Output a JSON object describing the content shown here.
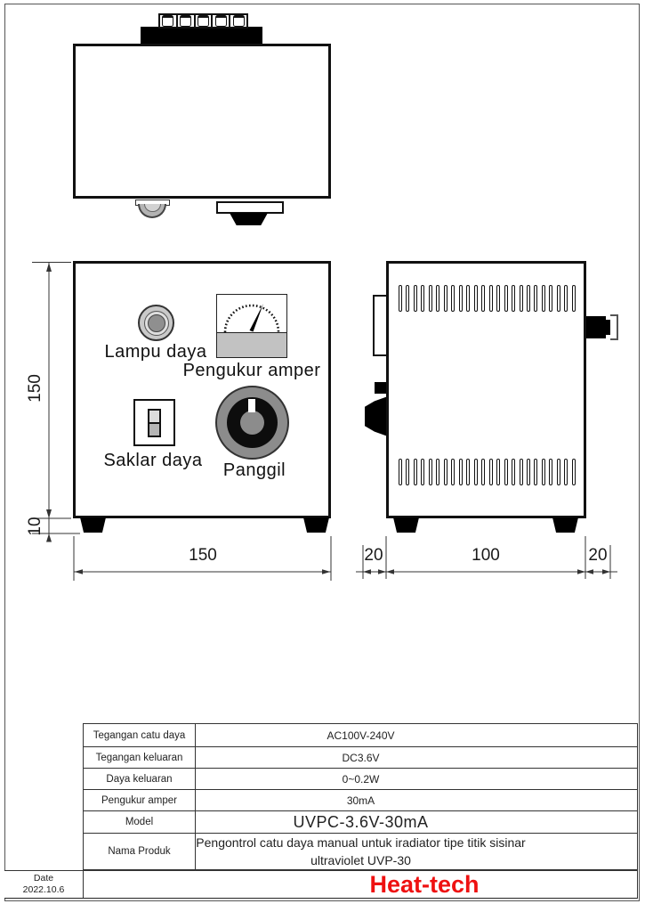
{
  "top_view": {
    "terminal_count": 5
  },
  "front_view": {
    "power_lamp_label": "Lampu daya",
    "ammeter_label": "Pengukur amper",
    "power_switch_label": "Saklar daya",
    "dial_label": "Panggil"
  },
  "side_view": {
    "vent_rows": 2,
    "vent_slots_per_row": 24
  },
  "dimensions": {
    "front_height": "150",
    "foot_height": "10",
    "front_width": "150",
    "side_front_offset": "20",
    "side_depth": "100",
    "side_rear_offset": "20"
  },
  "spec_table": {
    "rows": [
      {
        "label": "Tegangan catu daya",
        "value": "AC100V-240V"
      },
      {
        "label": "Tegangan keluaran",
        "value": "DC3.6V"
      },
      {
        "label": "Daya keluaran",
        "value": "0~0.2W"
      },
      {
        "label": "Pengukur amper",
        "value": "30mA"
      },
      {
        "label": "Model",
        "value": "UVPC-3.6V-30mA"
      },
      {
        "label": "Nama Produk",
        "value": "Pengontrol catu daya manual untuk iradiator tipe titik sisinar ultraviolet UVP-30"
      }
    ]
  },
  "title_block": {
    "date_label": "Date",
    "date_value": "2022.10.6",
    "brand": "Heat-tech",
    "brand_color": "#ee1111"
  }
}
